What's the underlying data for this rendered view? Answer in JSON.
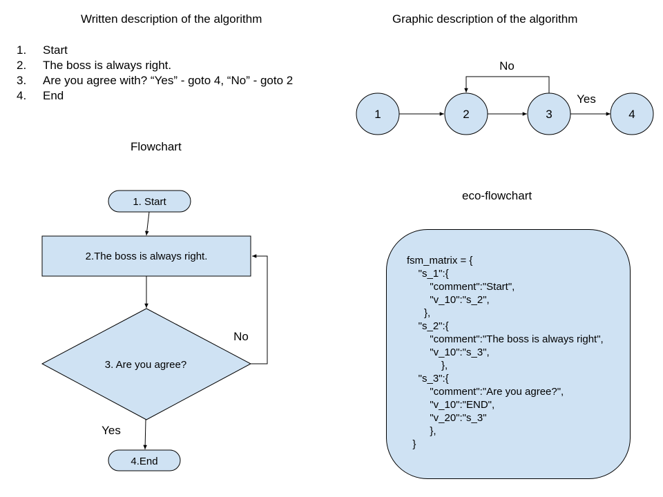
{
  "titles": {
    "written": "Written description of the algorithm",
    "graphic": "Graphic description of the algorithm",
    "flowchart": "Flowchart",
    "eco": "eco-flowchart"
  },
  "steps": [
    {
      "num": "1.",
      "text": "Start"
    },
    {
      "num": "2.",
      "text": "The boss is always right."
    },
    {
      "num": "3.",
      "text": "Are you agree with? “Yes” - goto 4, “No” - goto 2"
    },
    {
      "num": "4.",
      "text": "End"
    }
  ],
  "graph": {
    "nodes": [
      "1",
      "2",
      "3",
      "4"
    ],
    "no_label": "No",
    "yes_label": "Yes"
  },
  "flowchart": {
    "start": "1. Start",
    "process": "2.The boss is always right.",
    "decision": "3. Are you agree?",
    "end": "4.End",
    "no_label": "No",
    "yes_label": "Yes"
  },
  "eco": {
    "code": "fsm_matrix = {\n    \"s_1\":{\n        \"comment\":\"Start\",\n        \"v_10\":\"s_2\",\n      },\n    \"s_2\":{\n        \"comment\":\"The boss is always right\",\n        \"v_10\":\"s_3\",\n            },\n    \"s_3\":{\n        \"comment\":\"Are you agree?\",\n        \"v_10\":\"END\",\n        \"v_20\":\"s_3\"\n        },\n  }"
  },
  "colors": {
    "fill": "#cfe2f3",
    "stroke": "#000000"
  }
}
